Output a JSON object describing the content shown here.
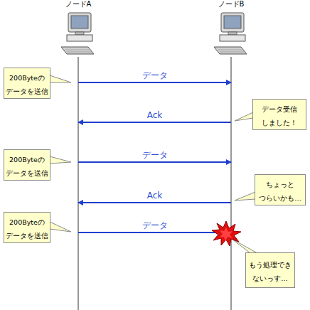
{
  "diagram": {
    "nodes": [
      {
        "text": [
          "ノードA"
        ]
      },
      {
        "text": [
          "ノードB"
        ]
      },
      {
        "text": [
          "200Byteの データを送信"
        ]
      },
      {
        "text": [
          "データ受信 しました！"
        ]
      },
      {
        "text": [
          "200Byteの データを送信"
        ]
      },
      {
        "text": [
          "ちょっと つらいかも…"
        ]
      },
      {
        "text": [
          "200Byteの データを送信"
        ]
      },
      {
        "text": [
          "もう処理でき ないっす…"
        ]
      }
    ],
    "edges": [
      {
        "from": 0,
        "to": 1,
        "arrow": "to",
        "label": "データ"
      },
      {
        "from": 1,
        "to": 0,
        "arrow": "to",
        "label": "Ack"
      },
      {
        "from": 0,
        "to": 1,
        "arrow": "to",
        "label": "データ"
      },
      {
        "from": 1,
        "to": 0,
        "arrow": "to",
        "label": "Ack"
      },
      {
        "from": 0,
        "to": 1,
        "arrow": "to",
        "label": "データ"
      }
    ]
  }
}
